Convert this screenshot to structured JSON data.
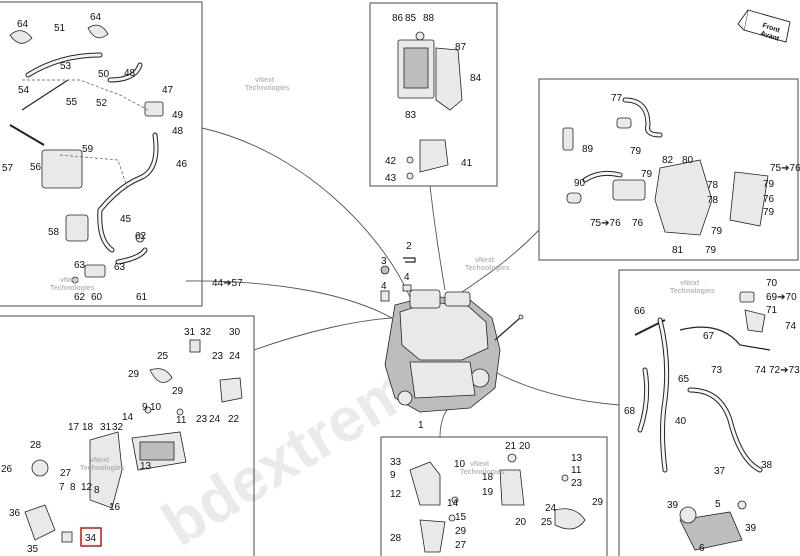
{
  "diagram": {
    "highlighted_callout": "34",
    "direction_badge": {
      "line1": "Front",
      "line2": "Avant"
    },
    "watermark_main": "bdextreme.lt",
    "watermark_small": {
      "line1": "vNext",
      "line2": "Technologies"
    },
    "callouts": {
      "c1": "1",
      "c2": "2",
      "c3": "3",
      "c4": "4",
      "c5": "5",
      "c6": "6",
      "c7": "7",
      "c8": "8",
      "c9": "9",
      "c10": "10",
      "c11": "11",
      "c12": "12",
      "c13": "13",
      "c14": "14",
      "c15": "15",
      "c16": "16",
      "c17": "17",
      "c18": "18",
      "c19": "19",
      "c20": "20",
      "c21": "21",
      "c22": "22",
      "c23": "23",
      "c24": "24",
      "c25": "25",
      "c26": "26",
      "c27": "27",
      "c28": "28",
      "c29": "29",
      "c30": "30",
      "c31": "31",
      "c32": "32",
      "c33": "33",
      "c34": "34",
      "c35": "35",
      "c36": "36",
      "c37": "37",
      "c38": "38",
      "c39": "39",
      "c40": "40",
      "c41": "41",
      "c42": "42",
      "c43": "43",
      "c44to57": "44➔57",
      "c45": "45",
      "c46": "46",
      "c47": "47",
      "c48": "48",
      "c49": "49",
      "c50": "50",
      "c51": "51",
      "c52": "52",
      "c53": "53",
      "c54": "54",
      "c55": "55",
      "c56": "56",
      "c57": "57",
      "c58": "58",
      "c59": "59",
      "c60": "60",
      "c61": "61",
      "c62": "62",
      "c63": "63",
      "c64": "64",
      "c65": "65",
      "c66": "66",
      "c67": "67",
      "c68": "68",
      "c69to70": "69➔70",
      "c70": "70",
      "c71": "71",
      "c72to73": "72➔73",
      "c73": "73",
      "c74": "74",
      "c75to76": "75➔76",
      "c76": "76",
      "c77": "77",
      "c78": "78",
      "c79": "79",
      "c80": "80",
      "c81": "81",
      "c82": "82",
      "c83": "83",
      "c84": "84",
      "c85": "85",
      "c86": "86",
      "c87": "87",
      "c88": "88",
      "c89": "89",
      "c90": "90"
    }
  }
}
